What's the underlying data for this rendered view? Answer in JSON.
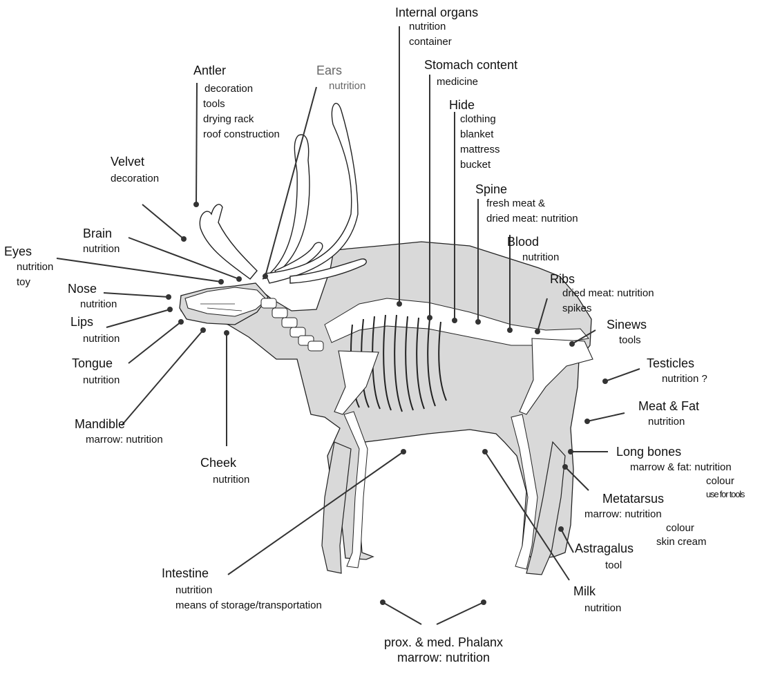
{
  "labels": {
    "internal_organs": {
      "title": "Internal organs",
      "uses": [
        "nutrition",
        "container"
      ]
    },
    "stomach_content": {
      "title": "Stomach content",
      "uses": [
        "medicine"
      ]
    },
    "hide": {
      "title": "Hide",
      "uses": [
        "clothing",
        "blanket",
        "mattress",
        "bucket"
      ]
    },
    "spine": {
      "title": "Spine",
      "uses": [
        "fresh meat &",
        "dried meat: nutrition"
      ]
    },
    "blood": {
      "title": "Blood",
      "uses": [
        "nutrition"
      ]
    },
    "ribs": {
      "title": "Ribs",
      "uses": [
        "dried meat: nutrition",
        "spikes"
      ]
    },
    "sinews": {
      "title": "Sinews",
      "uses": [
        "tools"
      ]
    },
    "testicles": {
      "title": "Testicles",
      "uses": [
        "nutrition ?"
      ]
    },
    "meat_fat": {
      "title": "Meat & Fat",
      "uses": [
        "nutrition"
      ]
    },
    "long_bones": {
      "title": "Long bones",
      "uses": [
        "marrow & fat: nutrition",
        "colour",
        "use for tools"
      ]
    },
    "metatarsus": {
      "title": "Metatarsus",
      "uses": [
        "marrow: nutrition",
        "colour",
        "skin cream"
      ]
    },
    "astragalus": {
      "title": "Astragalus",
      "uses": [
        "tool"
      ]
    },
    "milk": {
      "title": "Milk",
      "uses": [
        "nutrition"
      ]
    },
    "phalanx": {
      "title": "prox. & med. Phalanx",
      "uses": [
        "marrow: nutrition"
      ]
    },
    "intestine": {
      "title": "Intestine",
      "uses": [
        "nutrition",
        "means of storage/transportation"
      ]
    },
    "cheek": {
      "title": "Cheek",
      "uses": [
        "nutrition"
      ]
    },
    "mandible": {
      "title": "Mandible",
      "uses": [
        "marrow: nutrition"
      ]
    },
    "tongue": {
      "title": "Tongue",
      "uses": [
        "nutrition"
      ]
    },
    "lips": {
      "title": "Lips",
      "uses": [
        "nutrition"
      ]
    },
    "nose": {
      "title": "Nose",
      "uses": [
        "nutrition"
      ]
    },
    "eyes": {
      "title": "Eyes",
      "uses": [
        "nutrition",
        "toy"
      ]
    },
    "brain": {
      "title": "Brain",
      "uses": [
        "nutrition"
      ]
    },
    "velvet": {
      "title": "Velvet",
      "uses": [
        "decoration"
      ]
    },
    "antler": {
      "title": "Antler",
      "uses": [
        "decoration",
        "tools",
        "drying rack",
        "roof construction"
      ]
    },
    "ears": {
      "title": "Ears",
      "uses": [
        "nutrition"
      ]
    }
  },
  "colors": {
    "body_fill": "#d9d9d9",
    "outline": "#222222",
    "bone_fill": "#ffffff",
    "leader": "#333333",
    "ears_text": "#666666"
  }
}
